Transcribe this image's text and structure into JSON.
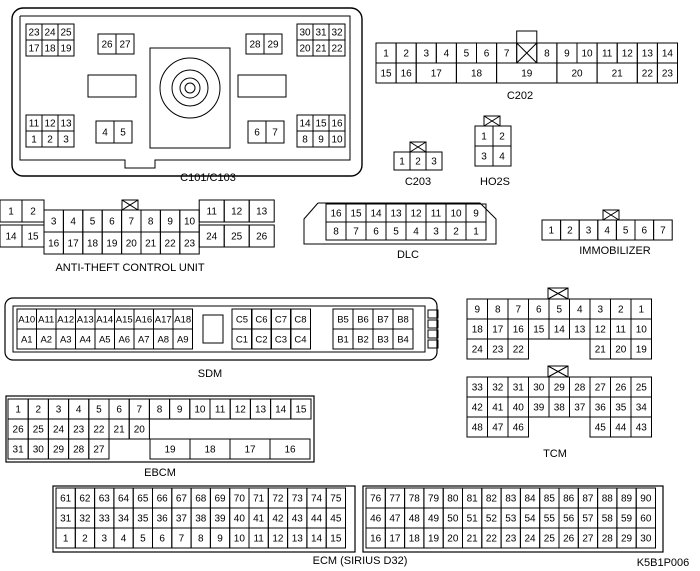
{
  "connectors": [
    {
      "id": "c101",
      "label": "C101/C103",
      "groups": [
        {
          "rows": [
            [
              "23",
              "24",
              "25"
            ],
            [
              "17",
              "18",
              "19"
            ]
          ]
        },
        {
          "rows": [
            [
              "26",
              "27"
            ]
          ]
        },
        {
          "rows": [
            [
              "28",
              "29"
            ]
          ]
        },
        {
          "rows": [
            [
              "30",
              "31",
              "32"
            ],
            [
              "20",
              "21",
              "22"
            ]
          ]
        },
        {
          "rows": [
            [
              "11",
              "12",
              "13"
            ],
            [
              "1",
              "2",
              "3"
            ]
          ]
        },
        {
          "rows": [
            [
              "4",
              "5"
            ]
          ]
        },
        {
          "rows": [
            [
              "6",
              "7"
            ]
          ]
        },
        {
          "rows": [
            [
              "14",
              "15",
              "16"
            ],
            [
              "8",
              "9",
              "10"
            ]
          ]
        }
      ]
    },
    {
      "id": "c202",
      "label": "C202",
      "rows": [
        [
          "1",
          "2",
          "3",
          "4",
          "5",
          "6",
          "7",
          "X",
          "8",
          "9",
          "10",
          "11",
          "12",
          "13",
          "14"
        ],
        [
          "15",
          "16",
          "17",
          "18",
          "19",
          "20",
          "21",
          "22",
          "23"
        ]
      ]
    },
    {
      "id": "c203",
      "label": "C203",
      "rows": [
        [
          "1",
          "2",
          "3"
        ]
      ]
    },
    {
      "id": "ho2s",
      "label": "HO2S",
      "rows": [
        [
          "1",
          "2"
        ],
        [
          "3",
          "4"
        ]
      ]
    },
    {
      "id": "atcu",
      "label": "ANTI-THEFT CONTROL UNIT",
      "rows": [
        [
          "1",
          "2",
          "3",
          "4",
          "5",
          "6",
          "7",
          "8",
          "9",
          "10",
          "11",
          "12",
          "13"
        ],
        [
          "14",
          "15",
          "16",
          "17",
          "18",
          "19",
          "20",
          "21",
          "22",
          "23",
          "24",
          "25",
          "26"
        ]
      ]
    },
    {
      "id": "dlc",
      "label": "DLC",
      "rows": [
        [
          "16",
          "15",
          "14",
          "13",
          "12",
          "11",
          "10",
          "9"
        ],
        [
          "8",
          "7",
          "6",
          "5",
          "4",
          "3",
          "2",
          "1"
        ]
      ]
    },
    {
      "id": "immo",
      "label": "IMMOBILIZER",
      "rows": [
        [
          "1",
          "2",
          "3",
          "4",
          "5",
          "6",
          "7"
        ]
      ]
    },
    {
      "id": "sdm",
      "label": "SDM",
      "rows": [
        [
          "A10",
          "A11",
          "A12",
          "A13",
          "A14",
          "A15",
          "A16",
          "A17",
          "A18",
          "C5",
          "C6",
          "C7",
          "C8",
          "B5",
          "B6",
          "B7",
          "B8"
        ],
        [
          "A1",
          "A2",
          "A3",
          "A4",
          "A5",
          "A6",
          "A7",
          "A8",
          "A9",
          "C1",
          "C2",
          "C3",
          "C4",
          "B1",
          "B2",
          "B3",
          "B4"
        ]
      ]
    },
    {
      "id": "tcm",
      "label": "TCM",
      "rows": [
        [
          "9",
          "8",
          "7",
          "6",
          "5",
          "4",
          "3",
          "2",
          "1"
        ],
        [
          "18",
          "17",
          "16",
          "15",
          "14",
          "13",
          "12",
          "11",
          "10"
        ],
        [
          "24",
          "23",
          "22",
          "21",
          "20",
          "19"
        ],
        [
          "33",
          "32",
          "31",
          "30",
          "29",
          "28",
          "27",
          "26",
          "25"
        ],
        [
          "42",
          "41",
          "40",
          "39",
          "38",
          "37",
          "36",
          "35",
          "34"
        ],
        [
          "48",
          "47",
          "46",
          "45",
          "44",
          "43"
        ]
      ]
    },
    {
      "id": "ebcm",
      "label": "EBCM",
      "rows": [
        [
          "1",
          "2",
          "3",
          "4",
          "5",
          "6",
          "7",
          "8",
          "9",
          "10",
          "11",
          "12",
          "13",
          "14",
          "15"
        ],
        [
          "26",
          "25",
          "24",
          "23",
          "22",
          "21",
          "20"
        ],
        [
          "31",
          "30",
          "29",
          "28",
          "27",
          "19",
          "18",
          "17",
          "16"
        ]
      ]
    },
    {
      "id": "ecm",
      "label": "ECM (SIRIUS D32)",
      "rows": [
        [
          "61",
          "62",
          "63",
          "64",
          "65",
          "66",
          "67",
          "68",
          "69",
          "70",
          "71",
          "72",
          "73",
          "74",
          "75"
        ],
        [
          "31",
          "32",
          "33",
          "34",
          "35",
          "36",
          "37",
          "38",
          "39",
          "40",
          "41",
          "42",
          "43",
          "44",
          "45"
        ],
        [
          "1",
          "2",
          "3",
          "4",
          "5",
          "6",
          "7",
          "8",
          "9",
          "10",
          "11",
          "12",
          "13",
          "14",
          "15"
        ],
        [
          "76",
          "77",
          "78",
          "79",
          "80",
          "81",
          "82",
          "83",
          "84",
          "85",
          "86",
          "87",
          "88",
          "89",
          "90"
        ],
        [
          "46",
          "47",
          "48",
          "49",
          "50",
          "51",
          "52",
          "53",
          "54",
          "55",
          "56",
          "57",
          "58",
          "59",
          "60"
        ],
        [
          "16",
          "17",
          "18",
          "19",
          "20",
          "21",
          "22",
          "23",
          "24",
          "25",
          "26",
          "27",
          "28",
          "29",
          "30"
        ]
      ]
    }
  ],
  "figure_code": "K5B1P006"
}
